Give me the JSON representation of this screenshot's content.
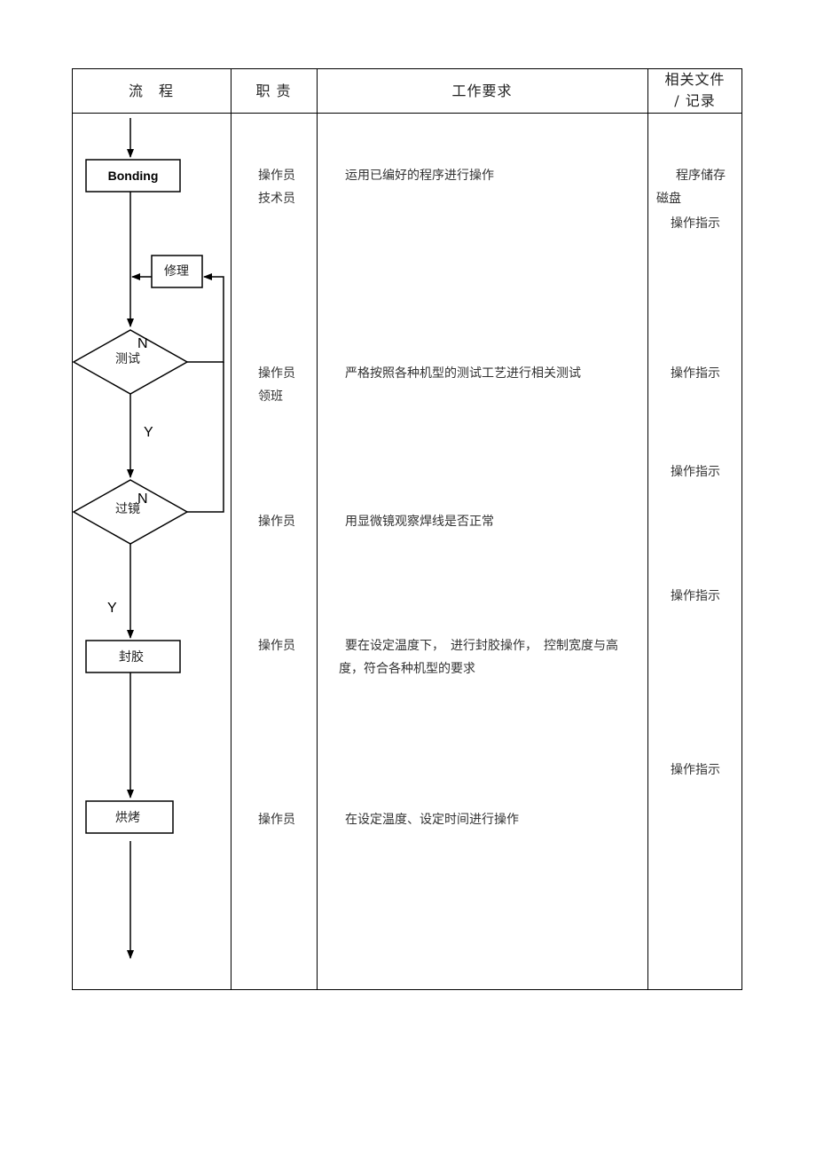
{
  "header": {
    "flow": "流　程",
    "duty": "职 责",
    "requirement": "工作要求",
    "docs_line1": "相关文件",
    "docs_line2": "/ 记录"
  },
  "flowchart": {
    "bonding": "Bonding",
    "repair": "修理",
    "test": "测试",
    "mirror": "过镜",
    "seal": "封胶",
    "bake": "烘烤",
    "yes": "Y",
    "no": "N"
  },
  "rows": [
    {
      "duty": [
        "操作员",
        "技术员"
      ],
      "requirement": [
        "运用已编好的程序进行操作"
      ],
      "docs": [
        "程序储存",
        "磁盘",
        "操作指示"
      ]
    },
    {
      "duty": [
        "操作员",
        "领班"
      ],
      "requirement": [
        "严格按照各种机型的测试工艺进行相关测试"
      ],
      "docs": [
        "操作指示"
      ]
    },
    {
      "duty": [
        "操作员"
      ],
      "requirement": [
        "用显微镜观察焊线是否正常"
      ],
      "docs": [
        "操作指示"
      ]
    },
    {
      "duty": [
        "操作员"
      ],
      "requirement": [
        "要在设定温度下，　进行封胶操作，　控制宽度与高",
        "度，符合各种机型的要求"
      ],
      "docs": [
        "操作指示"
      ]
    },
    {
      "duty": [
        "操作员"
      ],
      "requirement": [
        "在设定温度、设定时间进行操作"
      ],
      "docs": [
        "操作指示"
      ]
    }
  ]
}
